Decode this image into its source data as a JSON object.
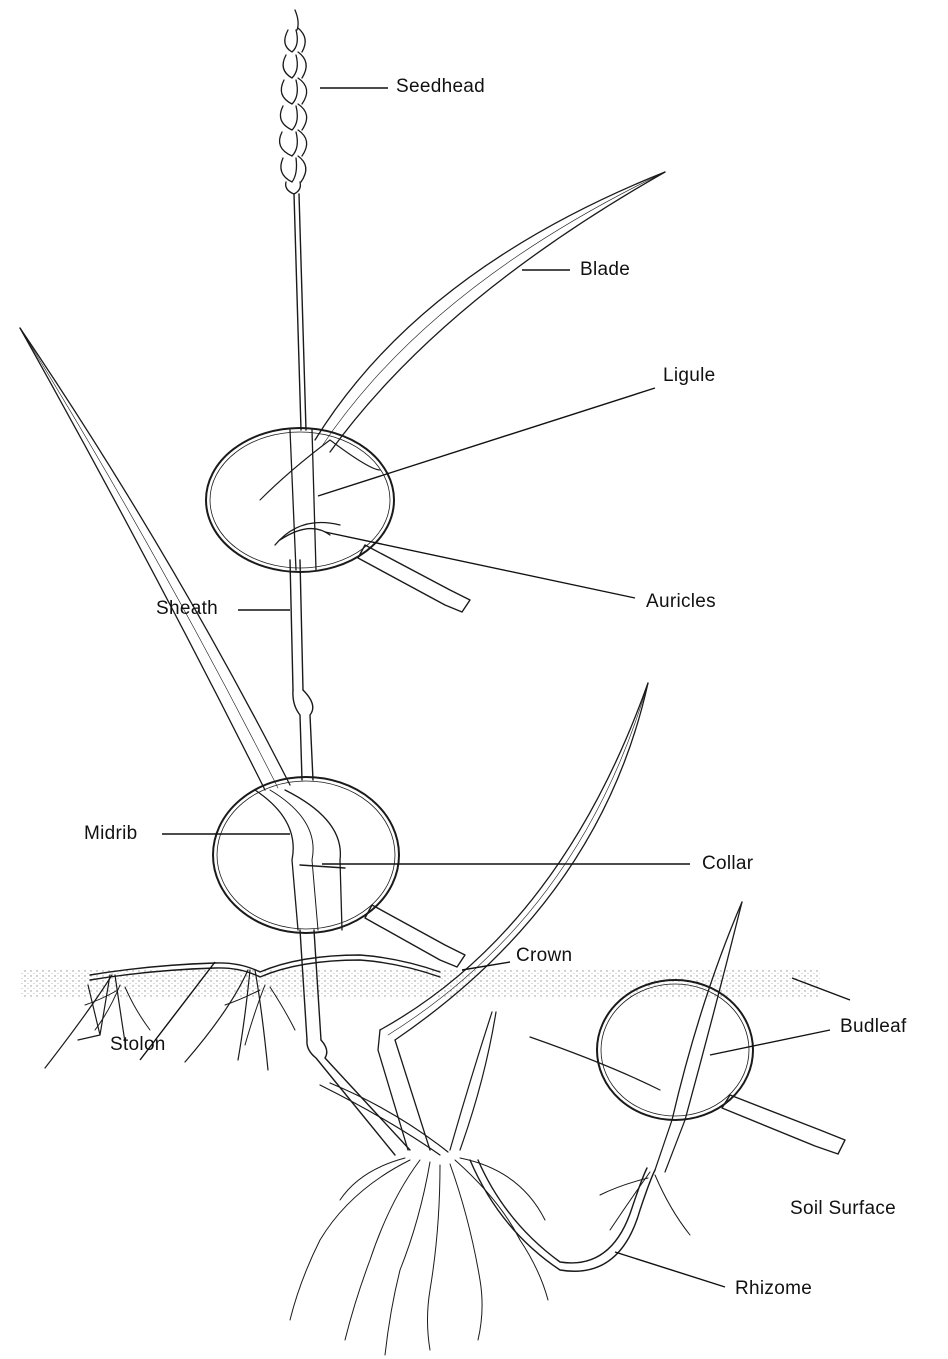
{
  "labels": {
    "seedhead": "Seedhead",
    "blade": "Blade",
    "ligule": "Ligule",
    "auricles": "Auricles",
    "sheath": "Sheath",
    "midrib": "Midrib",
    "collar": "Collar",
    "budleaf": "Budleaf",
    "stolon": "Stolon",
    "crown": "Crown",
    "soil_surface": "Soil Surface",
    "rhizome": "Rhizome"
  },
  "colors": {
    "ink": "#1a1a1a",
    "background": "#ffffff"
  }
}
